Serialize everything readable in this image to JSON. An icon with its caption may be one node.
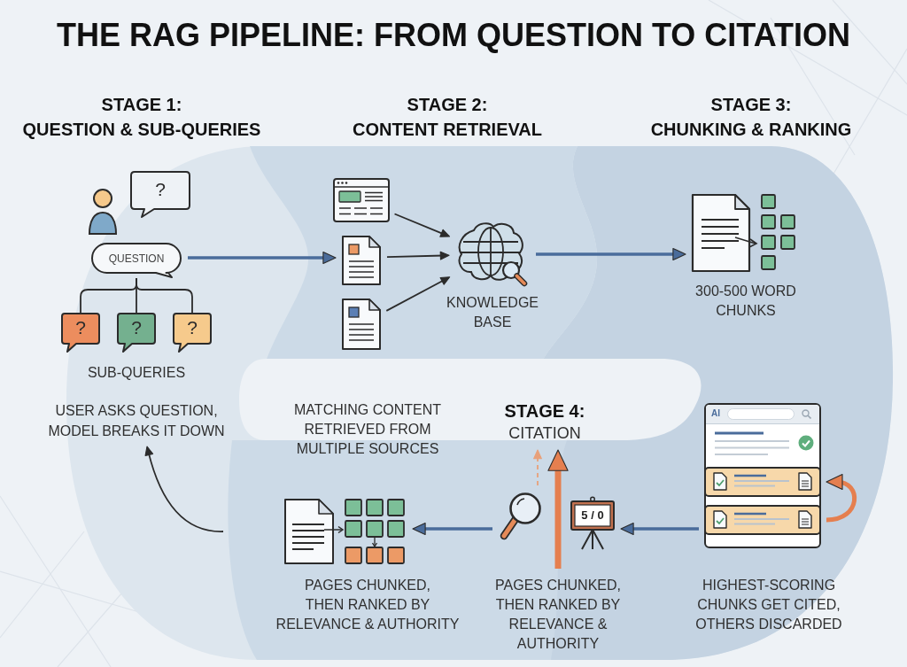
{
  "diagram": {
    "title": "THE RAG PIPELINE: FROM QUESTION TO CITATION",
    "nodes": [
      {
        "text": [
          "?"
        ]
      },
      {
        "text": [
          "QUESTION"
        ]
      },
      {
        "text": [
          "?"
        ]
      },
      {
        "text": [
          "?"
        ]
      },
      {
        "text": [
          "?"
        ]
      },
      {
        "text": [
          "USER ASKS QUESTION, MODEL BREAKS IT DOWN"
        ]
      },
      {
        "text": [],
        "shape": "picture"
      },
      {
        "text": [],
        "shape": "picture"
      },
      {
        "text": [],
        "shape": "picture"
      },
      {
        "text": [],
        "shape": "picture",
        "beside": [
          "KNOWLEDGE BASE"
        ]
      },
      {
        "text": [],
        "shape": "picture",
        "beside": [
          "300-500 WORD CHUNKS"
        ]
      },
      {
        "text": [
          "STAGE 4:",
          "CITATION"
        ]
      },
      {
        "text": [
          "AI"
        ],
        "beside": [
          "HIGHEST-SCORING CHUNKS GET CITED, OTHERS DISCARDED"
        ]
      },
      {
        "text": [],
        "shape": "box",
        "in": 12
      },
      {
        "text": [],
        "shape": "box",
        "in": 12
      },
      {
        "text": [],
        "shape": "picture",
        "beside": [
          "PAGES CHUNKED, THEN RANKED BY RELEVANCE & AUTHORITY"
        ]
      },
      {
        "text": [],
        "shape": "picture"
      },
      {
        "text": [
          "5 / 0"
        ]
      }
    ],
    "edges": [
      {
        "from": 1,
        "to": 2,
        "arrow": "none"
      },
      {
        "from": 1,
        "to": 3,
        "arrow": "none"
      },
      {
        "from": 1,
        "to": 4,
        "arrow": "none"
      },
      {
        "from": 1,
        "to": 7,
        "arrow": "to",
        "style": "thick",
        "color": "#4a6c9b"
      },
      {
        "from": 6,
        "to": 9,
        "arrow": "to"
      },
      {
        "from": 7,
        "to": 9,
        "arrow": "to"
      },
      {
        "from": 8,
        "to": 9,
        "arrow": "to"
      },
      {
        "from": 9,
        "to": 10,
        "arrow": "to",
        "style": "thick",
        "color": "#4a6c9b"
      },
      {
        "from": 12,
        "to": 17,
        "arrow": "to",
        "style": "thick",
        "color": "#4a6c9b"
      },
      {
        "from": 16,
        "to": 15,
        "arrow": "to",
        "style": "thick",
        "color": "#4a6c9b"
      },
      {
        "from": 14,
        "to": 13,
        "arrow": "to",
        "style": "thick",
        "color": "#e57f4f"
      },
      {
        "from": null,
        "to": 11,
        "arrow": "to",
        "style": "thick",
        "color": "#e57f4f"
      },
      {
        "from": null,
        "to": 5,
        "arrow": "to"
      },
      {
        "from": null,
        "to": 11,
        "arrow": "to",
        "style": "dashed",
        "color": "#e8a07a"
      }
    ],
    "labels": [
      "STAGE 1: QUESTION & SUB-QUERIES",
      "STAGE 2: CONTENT RETRIEVAL",
      "STAGE 3: CHUNKING & RANKING",
      "SUB-QUERIES",
      "MATCHING CONTENT RETRIEVED FROM MULTIPLE SOURCES",
      "PAGES CHUNKED, THEN RANKED BY RELEVANCE & AUTHORITY"
    ]
  }
}
